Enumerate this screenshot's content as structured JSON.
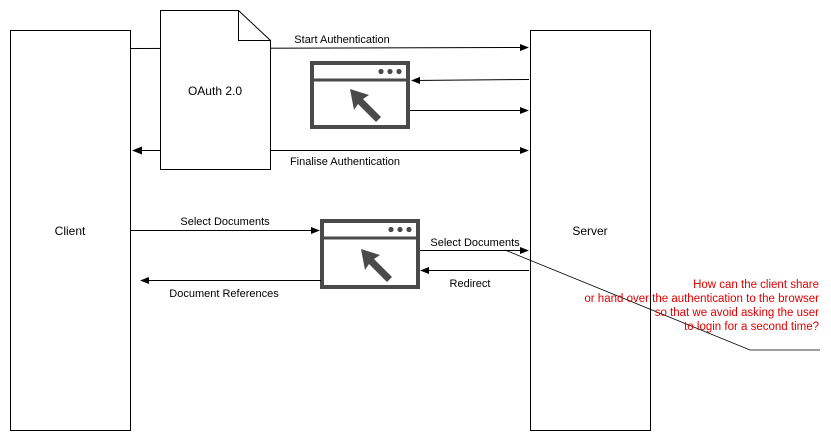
{
  "nodes": {
    "client": "Client",
    "server": "Server",
    "oauth": "OAuth 2.0"
  },
  "edges": {
    "start_auth": "Start Authentication",
    "finalise_auth": "Finalise Authentication",
    "select_docs_client": "Select Documents",
    "select_docs_server": "Select Documents",
    "redirect": "Redirect",
    "doc_refs": "Document References"
  },
  "note": {
    "line1": "How can the client share",
    "line2": "or hand over the authentication to the browser",
    "line3": "so that we avoid asking the user",
    "line4": "to login for a second time?",
    "color": "#e00000"
  },
  "icons": [
    "browser-window-icon",
    "cursor-arrow-icon"
  ]
}
